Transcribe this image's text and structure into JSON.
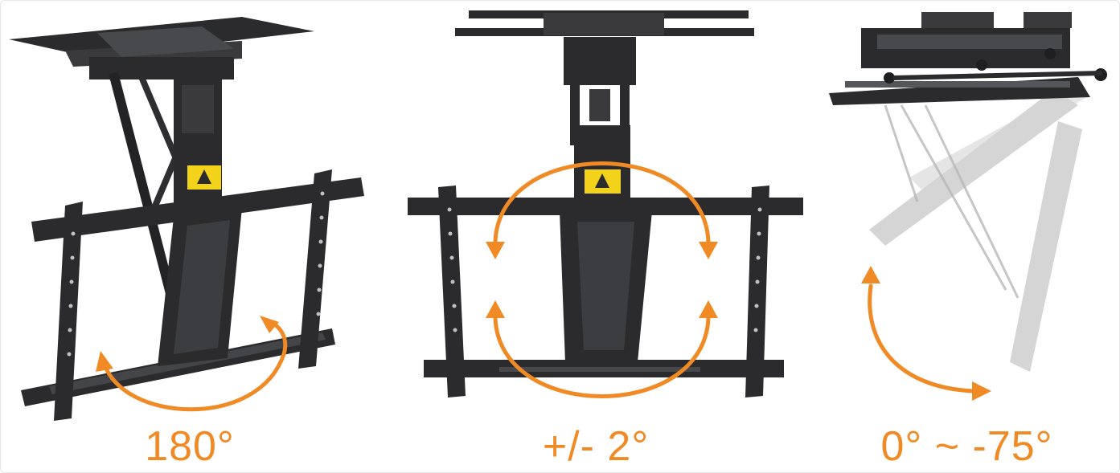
{
  "colors": {
    "accent": "#f08a24",
    "metal": "#2b2b2d",
    "metal_light": "#48494c",
    "warning_label": "#f2d21b",
    "ghost": "#c7c7c7"
  },
  "panels": [
    {
      "caption": "180°",
      "icon": "swivel-arrows-icon"
    },
    {
      "caption": "+/- 2°",
      "icon": "rotation-arrows-icon"
    },
    {
      "caption": "0° ~ -75°",
      "icon": "tilt-arrow-icon"
    }
  ]
}
